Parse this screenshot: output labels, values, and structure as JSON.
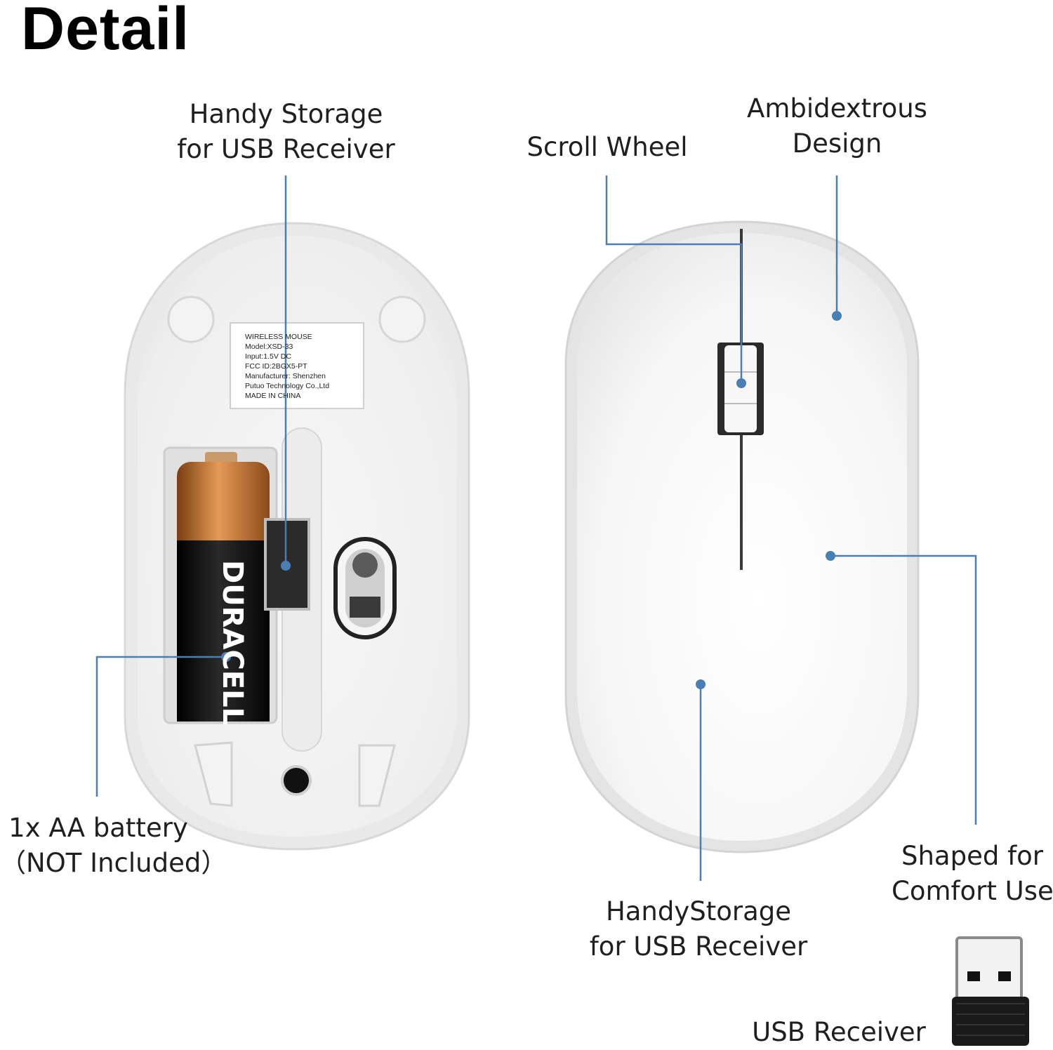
{
  "heading": "Detail",
  "callouts": {
    "handy_storage_bottom": {
      "line1": "Handy Storage",
      "line2": "for USB Receiver"
    },
    "battery": {
      "line1": "1x AA battery",
      "line2": "（NOT Included）"
    },
    "scroll_wheel": {
      "line1": "Scroll Wheel"
    },
    "ambidextrous": {
      "line1": "Ambidextrous",
      "line2": "Design"
    },
    "shaped_comfort": {
      "line1": "Shaped for",
      "line2": "Comfort Use"
    },
    "handy_storage_top": {
      "line1": "HandyStorage",
      "line2": "for USB Receiver"
    },
    "usb_receiver": {
      "line1": "USB Receiver"
    }
  },
  "product_label": {
    "lines": [
      "WIRELESS MOUSE",
      "Model:XSD-33",
      "Input:1.5V DC",
      "FCC ID:2BGX5-PT",
      "Manufacturer:   Shenzhen",
      "Putuo Technology Co.,Ltd",
      "MADE IN CHINA"
    ]
  },
  "battery_brand": "DURACELL",
  "colors": {
    "callout_line": "#4a7fb5",
    "mouse_body": "#f4f4f4",
    "mouse_edge": "#dcdcdc",
    "battery_copper": "#b86a2a",
    "battery_black": "#151515",
    "receiver_black": "#1a1a1a"
  }
}
